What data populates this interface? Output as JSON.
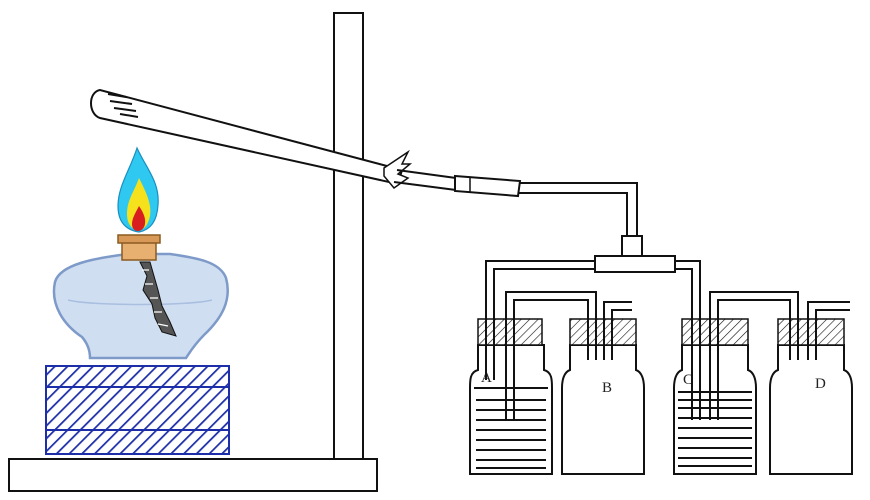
{
  "bottle_labels": [
    "A",
    "B",
    "C",
    "D"
  ],
  "colors": {
    "line": "#1a1a1a",
    "flame_blue": "#2ec8f0",
    "flame_yellow": "#f6e21c",
    "flame_red": "#d81e1e",
    "lamp_glass": "#c8d8f0",
    "lamp_cap": "#e8b070",
    "block_hatch": "#1c2fa8"
  }
}
